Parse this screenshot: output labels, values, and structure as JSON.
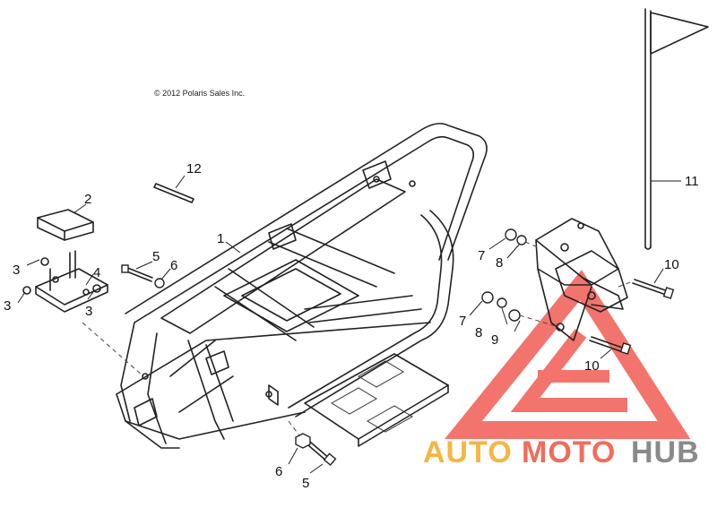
{
  "copyright": "© 2012 Polaris Sales Inc.",
  "callouts": [
    {
      "id": "c1",
      "label": "1"
    },
    {
      "id": "c2",
      "label": "2"
    },
    {
      "id": "c3a",
      "label": "3"
    },
    {
      "id": "c3b",
      "label": "3"
    },
    {
      "id": "c3c",
      "label": "3"
    },
    {
      "id": "c4",
      "label": "4"
    },
    {
      "id": "c5a",
      "label": "5"
    },
    {
      "id": "c5b",
      "label": "5"
    },
    {
      "id": "c6a",
      "label": "6"
    },
    {
      "id": "c6b",
      "label": "6"
    },
    {
      "id": "c7a",
      "label": "7"
    },
    {
      "id": "c7b",
      "label": "7"
    },
    {
      "id": "c8a",
      "label": "8"
    },
    {
      "id": "c8b",
      "label": "8"
    },
    {
      "id": "c9",
      "label": "9"
    },
    {
      "id": "c10a",
      "label": "10"
    },
    {
      "id": "c10b",
      "label": "10"
    },
    {
      "id": "c11",
      "label": "11"
    },
    {
      "id": "c12",
      "label": "12"
    }
  ],
  "watermark": {
    "part1": "AUTO",
    "part2": "MOTO",
    "part3": "HUB",
    "color_auto": "#f5b642",
    "color_moto": "#f26b5b",
    "color_hub": "#8a8a8a",
    "logo_color": "#f25c54"
  }
}
